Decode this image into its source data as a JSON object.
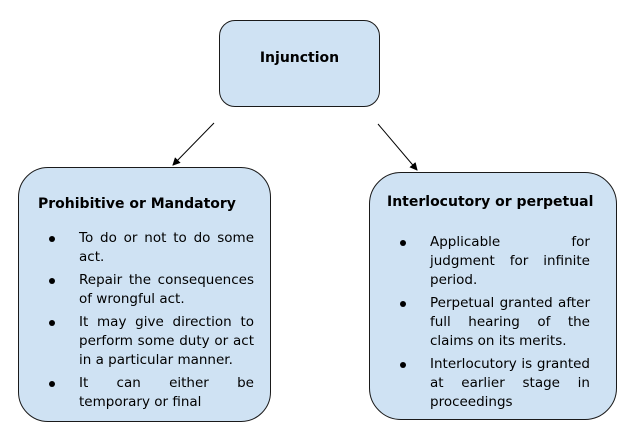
{
  "root": {
    "title": "Injunction"
  },
  "left": {
    "title": "Prohibitive or Mandatory",
    "items": [
      "To do or not to do some act.",
      "Repair the consequences of wrongful act.",
      "It may give direction to perform some duty or act in a particular manner.",
      "It can either be temporary or final"
    ]
  },
  "right": {
    "title": "Interlocutory or perpetual",
    "items": [
      "Applicable for judgment for infinite period.",
      "Perpetual granted after full hearing of the claims on its merits.",
      "Interlocutory is granted at earlier stage in proceedings"
    ]
  },
  "colors": {
    "box_fill": "#cfe2f3",
    "border": "#1a1a1a",
    "text": "#000000"
  }
}
